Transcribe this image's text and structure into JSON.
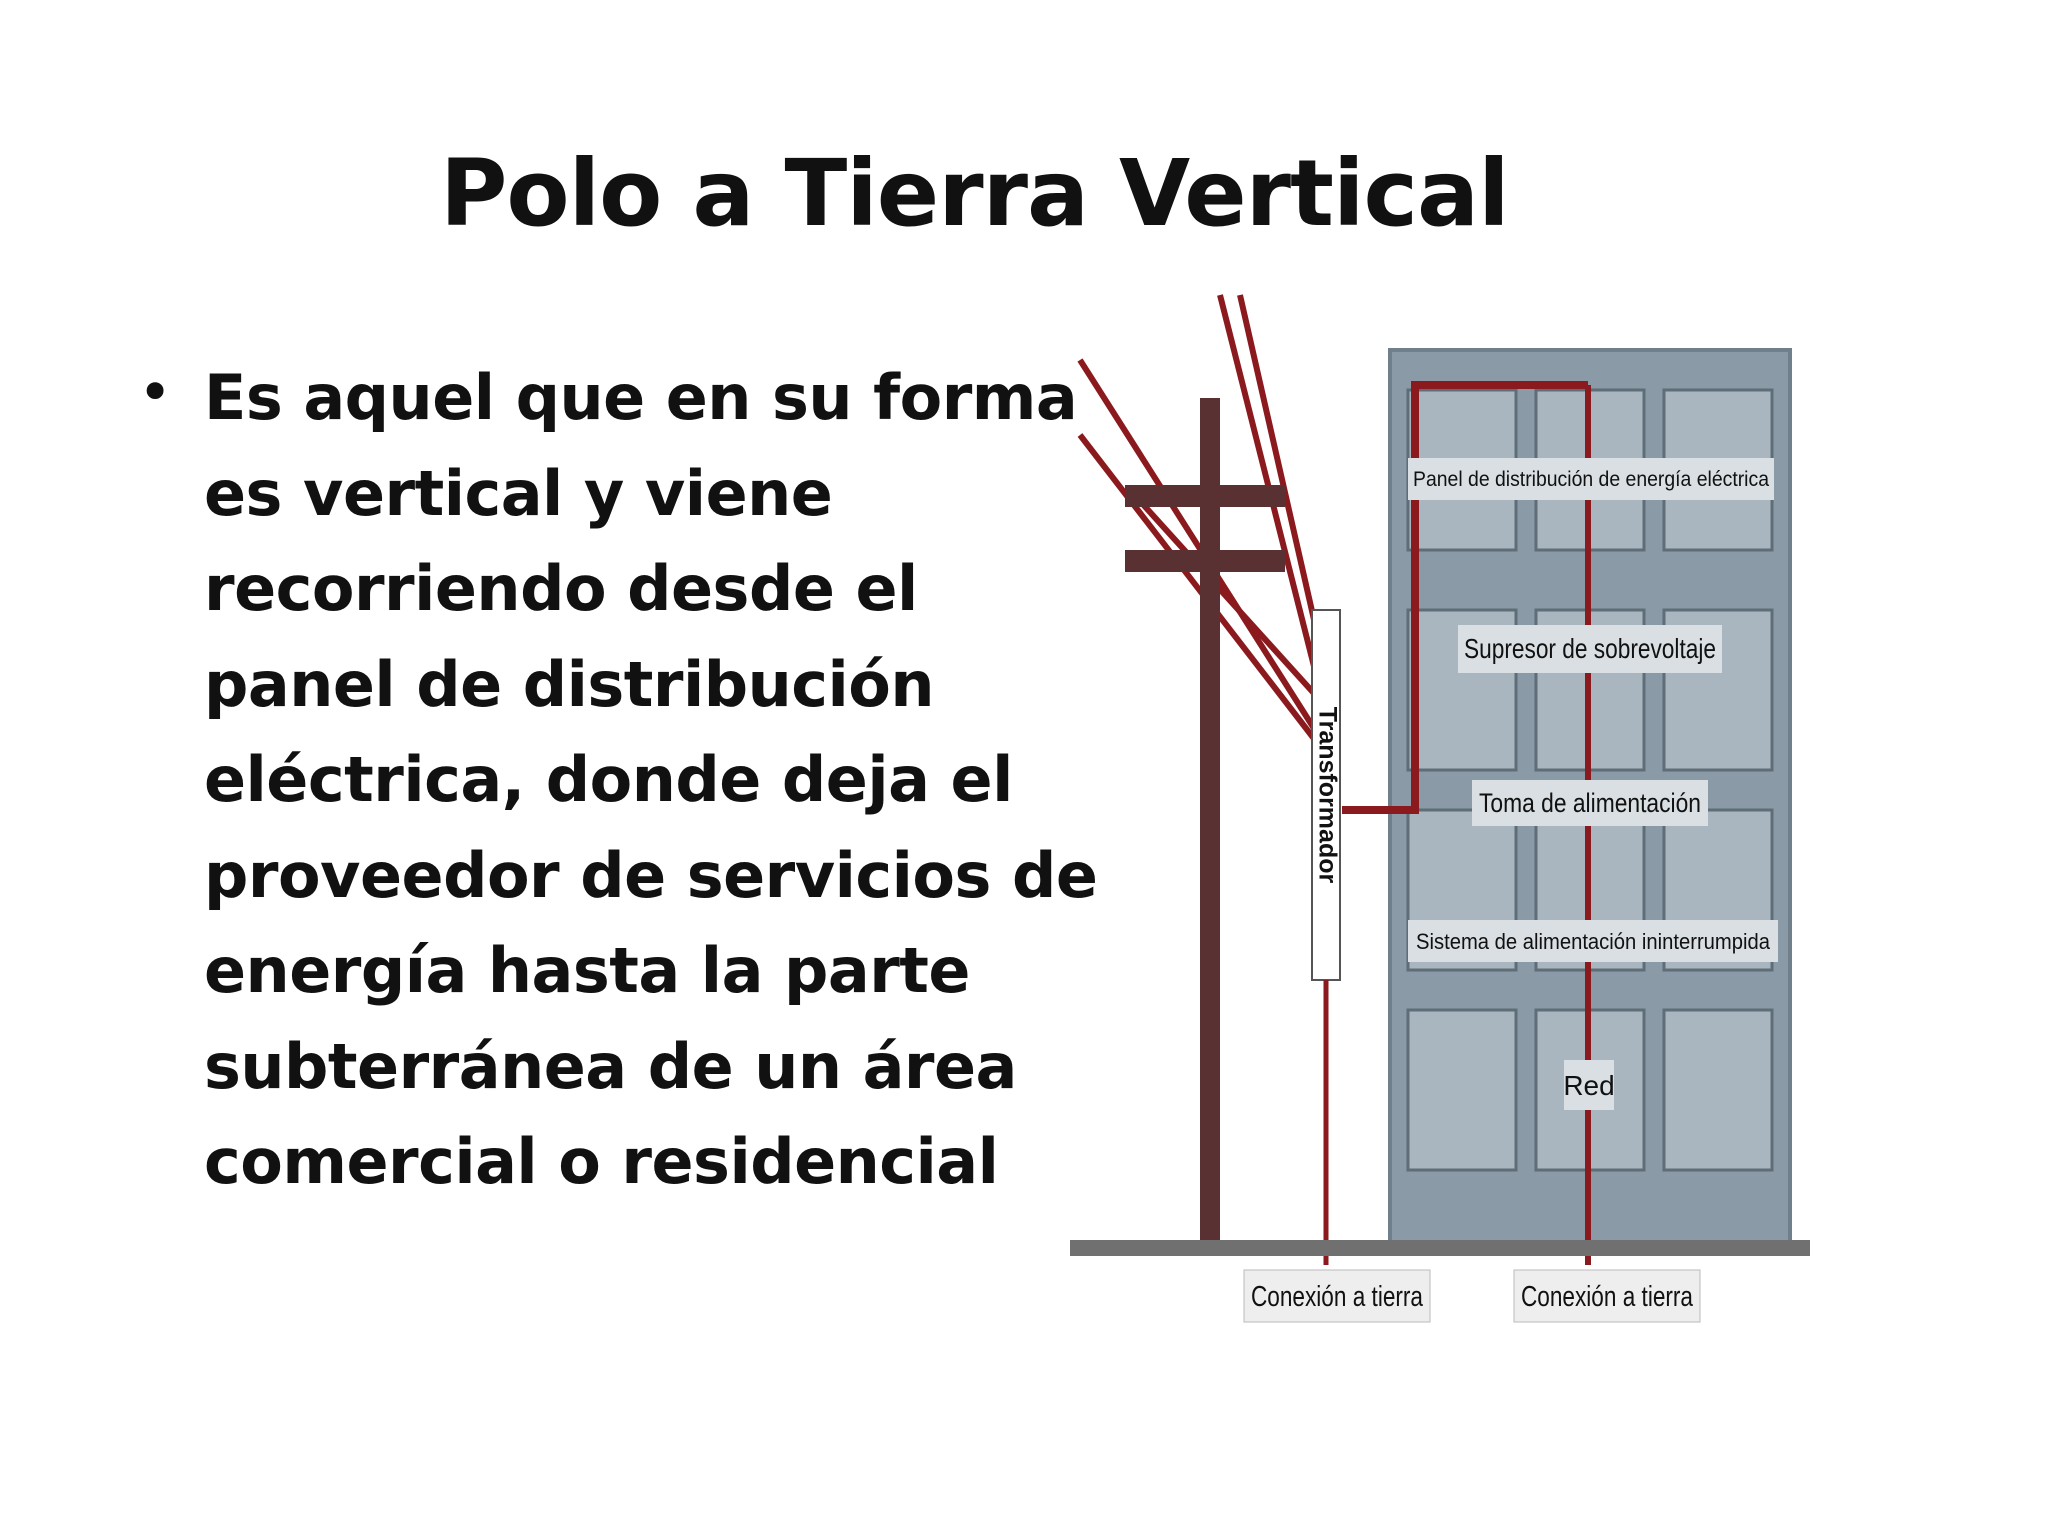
{
  "slide": {
    "title": "Polo a Tierra Vertical",
    "bullet": {
      "lines": [
        "Es aquel que en su forma",
        "es vertical y viene",
        "recorriendo desde el",
        "panel de distribución",
        "eléctrica, donde deja el",
        "proveedor de servicios de",
        "energía hasta la parte",
        "subterránea de un área",
        "comercial o residencial"
      ]
    }
  },
  "diagram": {
    "labels": {
      "panel": "Panel de distribución de energía eléctrica",
      "surge": "Supresor de sobrevoltaje",
      "outlet": "Toma de alimentación",
      "ups": "Sistema de alimentación ininterrumpida",
      "network": "Red",
      "transformer": "Transformador",
      "ground_left": "Conexión a tierra",
      "ground_right": "Conexión a tierra"
    },
    "colors": {
      "building": "#8a9aa6",
      "window": "#a9b6bf",
      "wire": "#8b1a1e",
      "pole": "#5a3132",
      "ground": "#707070"
    }
  }
}
